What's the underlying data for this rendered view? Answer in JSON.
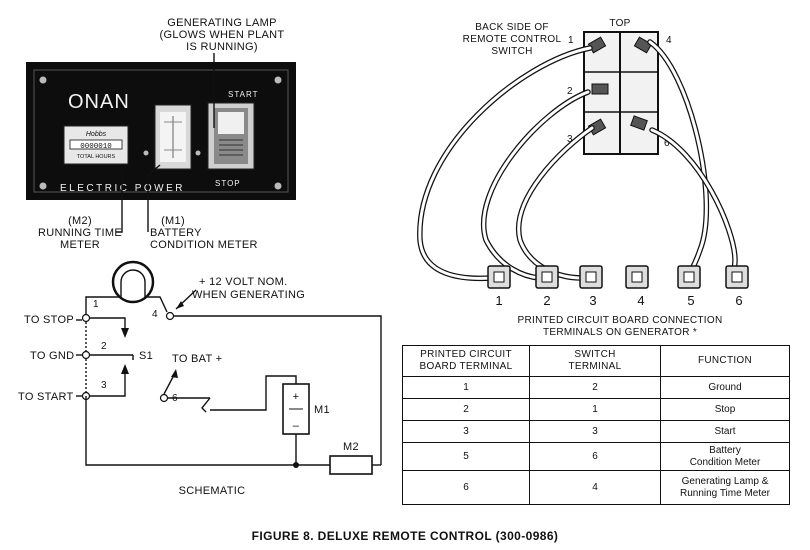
{
  "caption": "FIGURE 8.  DELUXE REMOTE CONTROL (300-0986)",
  "panel": {
    "brand": "ONAN",
    "meter_label_top": "Hobbs",
    "meter_digits": "0000010",
    "meter_label_bottom": "TOTAL HOURS",
    "footer": "ELECTRIC POWER",
    "start": "START",
    "stop": "STOP"
  },
  "callouts": {
    "lamp": [
      "GENERATING LAMP",
      "(GLOWS WHEN PLANT",
      "IS RUNNING)"
    ],
    "m2": [
      "(M2)",
      "RUNNING TIME",
      "METER"
    ],
    "m1": [
      "(M1)",
      "BATTERY",
      "CONDITION METER"
    ]
  },
  "switch_diagram": {
    "back_label": [
      "BACK SIDE OF",
      "REMOTE CONTROL",
      "SWITCH"
    ],
    "top": "TOP",
    "switch_terminals": [
      "1",
      "2",
      "3",
      "4",
      "6"
    ],
    "board_terminals": [
      "1",
      "2",
      "3",
      "4",
      "5",
      "6"
    ],
    "board_caption": [
      "PRINTED CIRCUIT BOARD CONNECTION",
      "TERMINALS ON GENERATOR *"
    ]
  },
  "schematic": {
    "to_stop": "TO STOP",
    "to_gnd": "TO GND",
    "to_start": "TO START",
    "to_bat": "TO BAT +",
    "plus12": [
      "+ 12 VOLT NOM.",
      "WHEN GENERATING"
    ],
    "s1": "S1",
    "m1": "M1",
    "m2": "M2",
    "plus": "+",
    "minus": "–",
    "t1": "1",
    "t2": "2",
    "t3": "3",
    "t4": "4",
    "t6": "6",
    "title": "SCHEMATIC"
  },
  "table": {
    "headers": [
      "PRINTED CIRCUIT|BOARD TERMINAL",
      "SWITCH|TERMINAL",
      "FUNCTION"
    ],
    "rows": [
      {
        "board": "1",
        "switch": "2",
        "function": "Ground"
      },
      {
        "board": "2",
        "switch": "1",
        "function": "Stop"
      },
      {
        "board": "3",
        "switch": "3",
        "function": "Start"
      },
      {
        "board": "5",
        "switch": "6",
        "function": "Battery|Condition Meter"
      },
      {
        "board": "6",
        "switch": "4",
        "function": "Generating Lamp &|Running Time Meter"
      }
    ]
  }
}
